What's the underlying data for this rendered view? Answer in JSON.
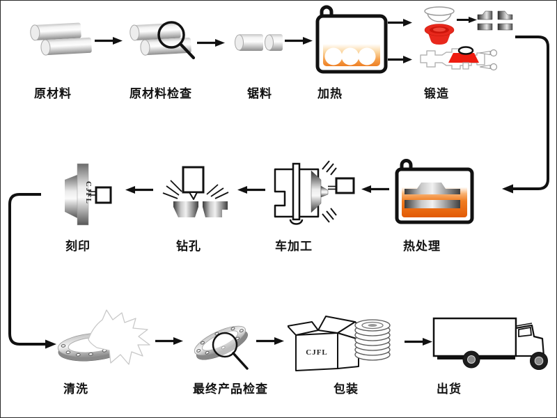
{
  "figure": {
    "type": "process-flow-diagram",
    "subject": "flange manufacturing process flow",
    "brand_mark": "CJFL",
    "colors": {
      "background": "#ffffff",
      "line": "#111111",
      "furnace_orange": "#ee7f24",
      "hot_red": "#e8281c",
      "steel_gray": "#9a9a9a"
    }
  },
  "steps": [
    {
      "id": "raw-material",
      "label": "原材料"
    },
    {
      "id": "raw-material-inspection",
      "label": "原材料检查"
    },
    {
      "id": "sawing",
      "label": "锯料"
    },
    {
      "id": "heating",
      "label": "加热"
    },
    {
      "id": "forging",
      "label": "锻造"
    },
    {
      "id": "heat-treatment",
      "label": "热处理"
    },
    {
      "id": "turning",
      "label": "车加工"
    },
    {
      "id": "drilling",
      "label": "钻孔"
    },
    {
      "id": "marking",
      "label": "刻印"
    },
    {
      "id": "cleaning",
      "label": "清洗"
    },
    {
      "id": "final-product-inspection",
      "label": "最终产品检查"
    },
    {
      "id": "packaging",
      "label": "包装"
    },
    {
      "id": "shipping",
      "label": "出货"
    }
  ],
  "marks": {
    "engraved_text": "CJFL",
    "box_text": "CJFL"
  },
  "flow_order": [
    "原材料",
    "原材料检查",
    "锯料",
    "加热",
    "锻造",
    "热处理",
    "车加工",
    "钻孔",
    "刻印",
    "清洗",
    "最终产品检查",
    "包装",
    "出货"
  ]
}
